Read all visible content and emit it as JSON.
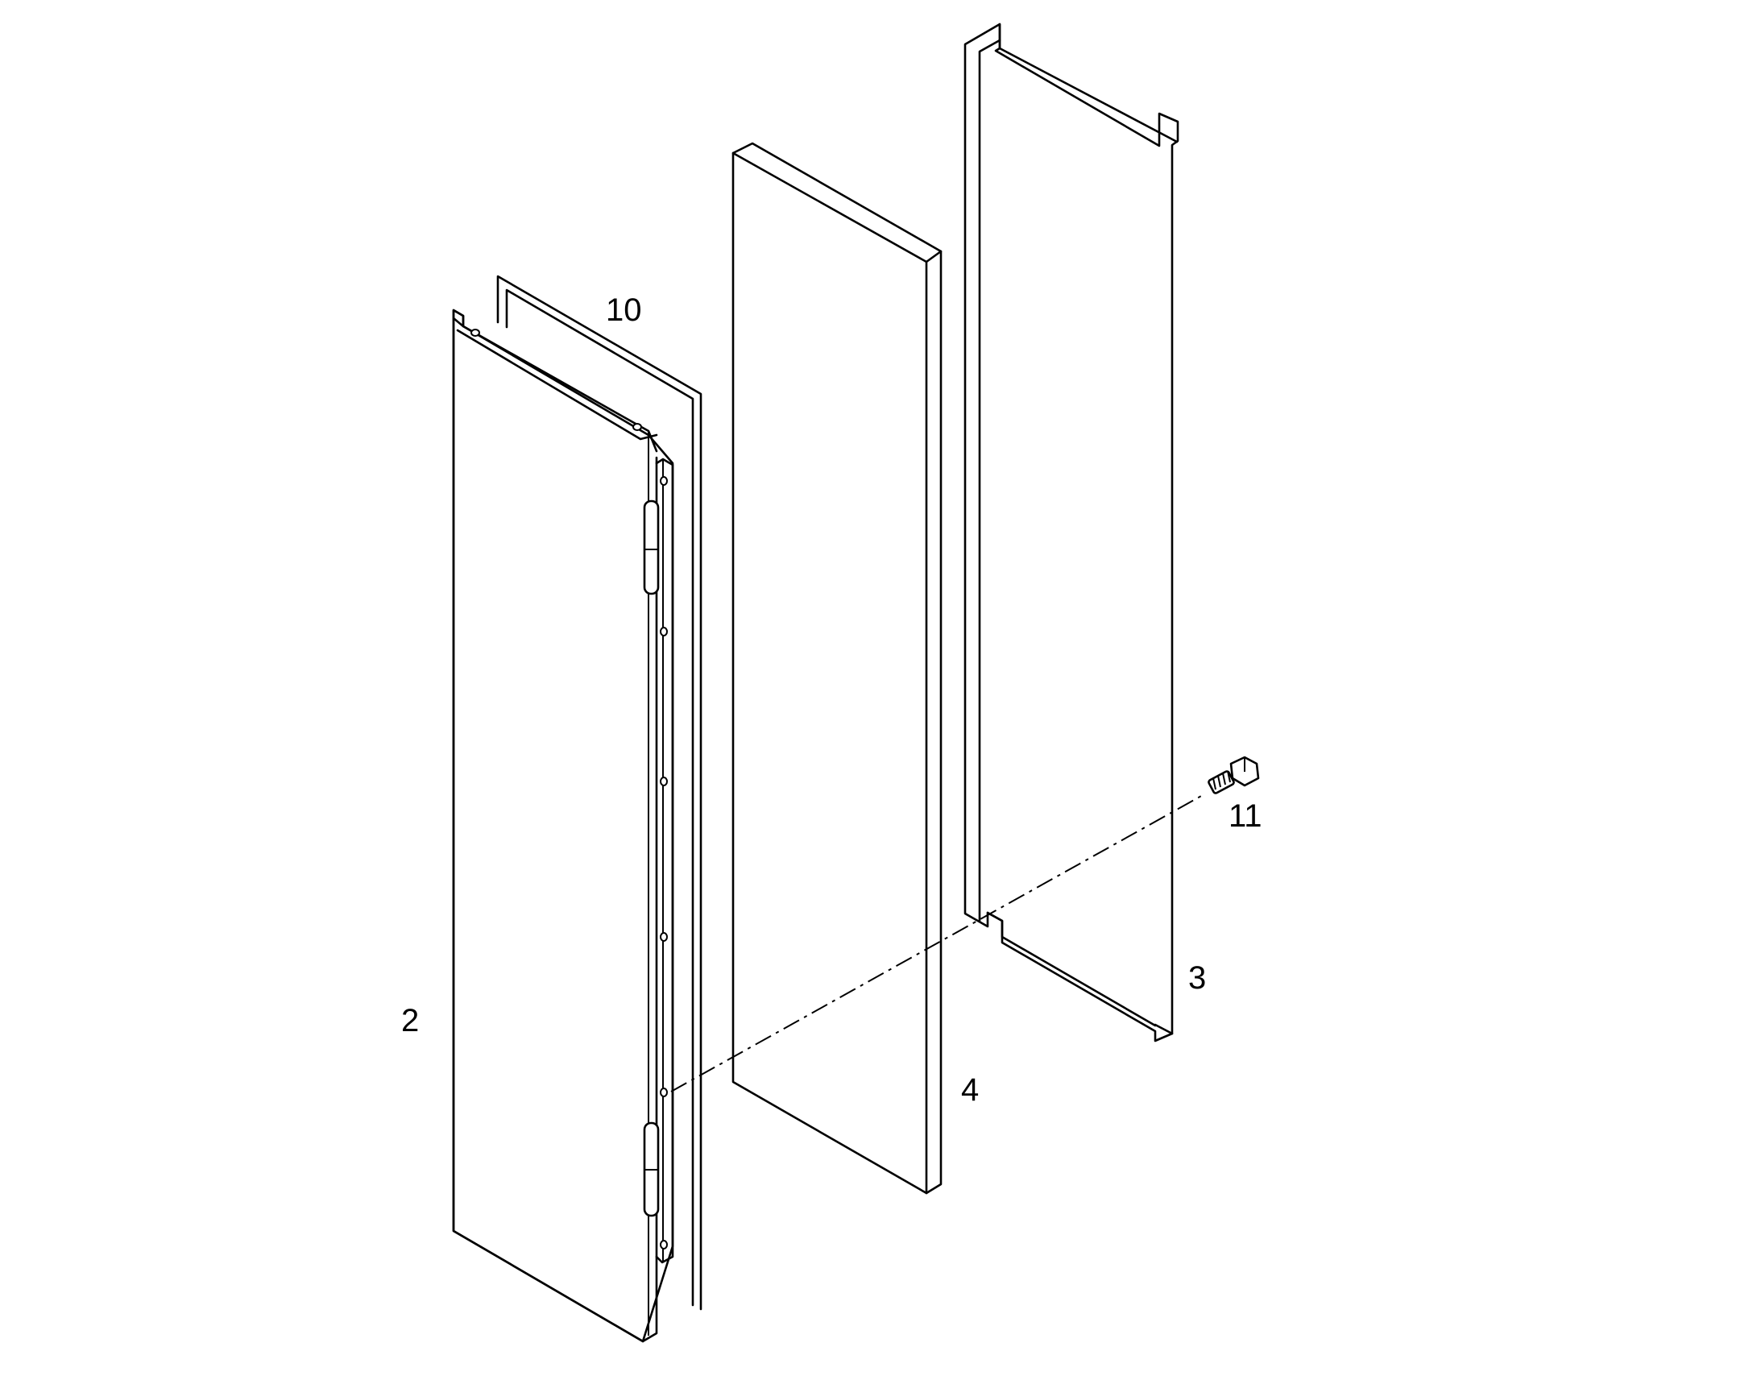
{
  "diagram": {
    "callouts": [
      {
        "id": "part-2",
        "label": "2"
      },
      {
        "id": "part-3",
        "label": "3"
      },
      {
        "id": "part-4",
        "label": "4"
      },
      {
        "id": "part-10",
        "label": "10"
      },
      {
        "id": "part-11",
        "label": "11"
      }
    ]
  }
}
